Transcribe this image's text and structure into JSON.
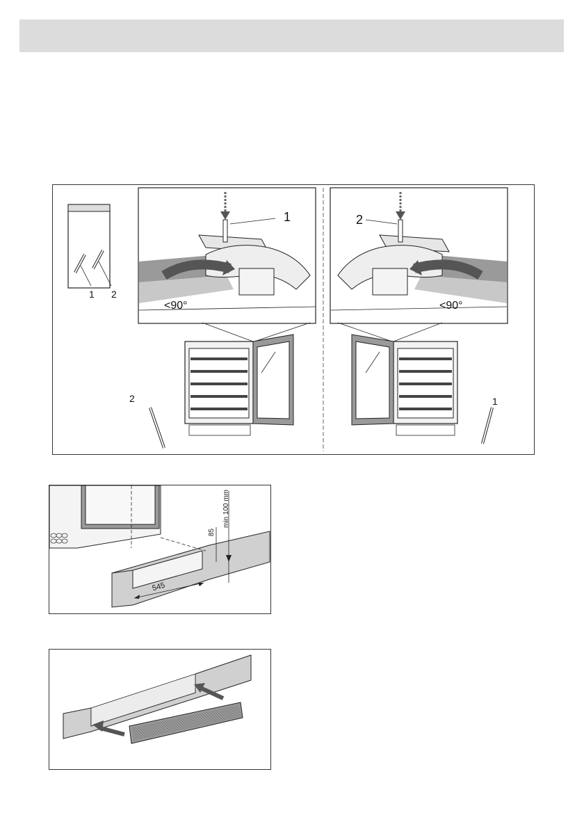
{
  "figures": {
    "hinge": {
      "parts_bag": {
        "item_1": "1",
        "item_2": "2"
      },
      "left_detail": {
        "callout": "1",
        "angle": "<90°"
      },
      "right_detail": {
        "callout": "2",
        "angle": "<90°"
      },
      "left_appliance": {
        "callout": "2"
      },
      "right_appliance": {
        "callout": "1"
      }
    },
    "plinth_cut": {
      "dim_width": "545",
      "dim_height": "85",
      "dim_min": "min 100 mm"
    },
    "plinth_insert": {}
  }
}
